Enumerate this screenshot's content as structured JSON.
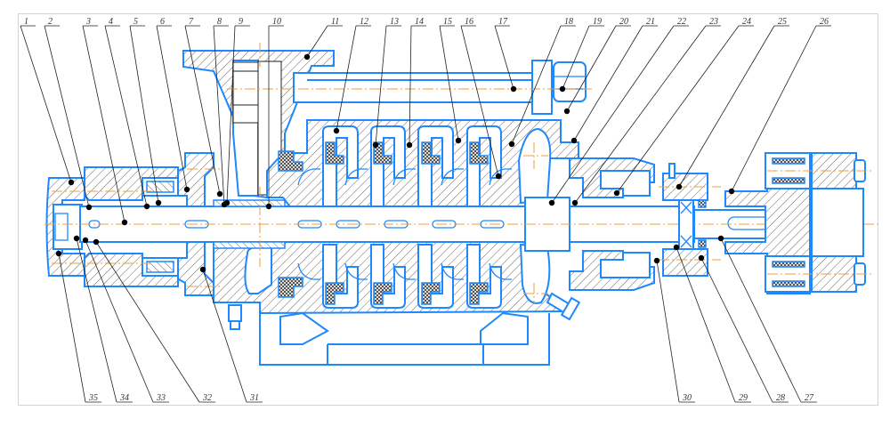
{
  "drawing": {
    "title": "Multistage centrifugal pump sectional view",
    "colors": {
      "outline": "#1e88ff",
      "axis": "#f39c3b",
      "leader": "#222222",
      "hatch": "#555555",
      "frame": "#d4d4d4"
    },
    "stages": 5,
    "callouts_top": [
      "1",
      "2",
      "3",
      "4",
      "5",
      "6",
      "7",
      "8",
      "9",
      "10",
      "11",
      "12",
      "13",
      "14",
      "15",
      "16",
      "17",
      "18",
      "19",
      "20",
      "21",
      "22",
      "23",
      "24",
      "25",
      "26"
    ],
    "callouts_bottom": [
      "35",
      "34",
      "33",
      "32",
      "31",
      "30",
      "29",
      "28",
      "27"
    ]
  }
}
